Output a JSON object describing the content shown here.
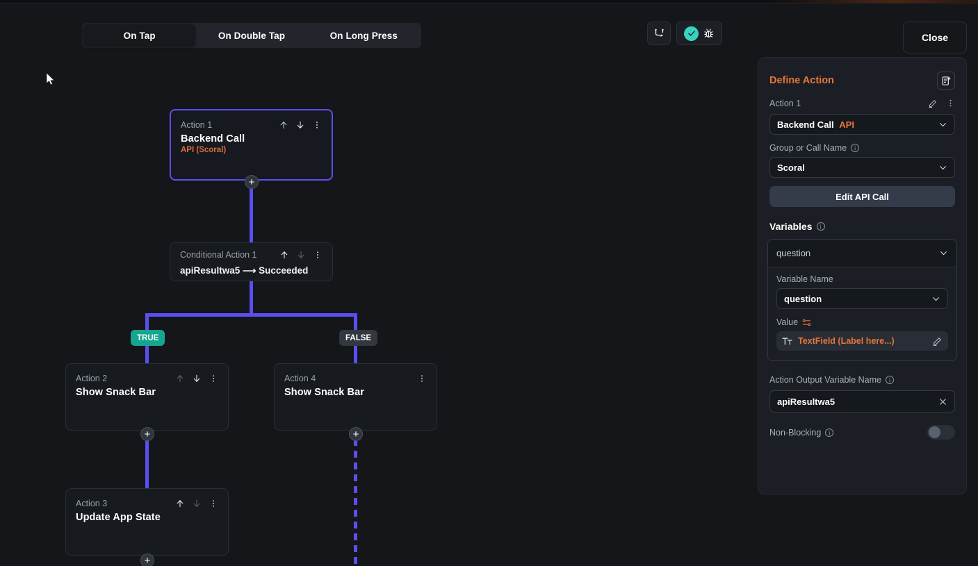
{
  "tabs": [
    {
      "label": "On Tap",
      "active": true
    },
    {
      "label": "On Double Tap",
      "active": false
    },
    {
      "label": "On Long Press",
      "active": false
    }
  ],
  "toolbar": {
    "flow_icon": "flow-branch-icon",
    "test_icon": "check-circle-icon",
    "debug_icon": "bug-icon",
    "close_label": "Close"
  },
  "flow": {
    "nodes": [
      {
        "id": "action1",
        "label": "Action 1",
        "title": "Backend Call",
        "api": "API (Scoral)",
        "selected": true,
        "up_enabled": true,
        "down_enabled": true,
        "menu": true
      },
      {
        "id": "conditional1",
        "label": "Conditional Action 1",
        "title": "apiResultwa5 ⟶ Succeeded",
        "selected": false,
        "up_enabled": true,
        "down_enabled": false,
        "menu": true
      },
      {
        "id": "action2",
        "label": "Action 2",
        "title": "Show Snack Bar",
        "selected": false,
        "up_enabled": false,
        "down_enabled": true,
        "menu": true
      },
      {
        "id": "action4",
        "label": "Action 4",
        "title": "Show Snack Bar",
        "selected": false,
        "up_enabled": false,
        "down_enabled": false,
        "menu": true
      },
      {
        "id": "action3",
        "label": "Action 3",
        "title": "Update App State",
        "selected": false,
        "up_enabled": true,
        "down_enabled": false,
        "menu": true
      }
    ],
    "branches": {
      "true_label": "TRUE",
      "false_label": "FALSE"
    },
    "add_button_label": "+",
    "connector_color": "#5b4ff0",
    "true_color": "#15a68f",
    "false_color": "#323840"
  },
  "panel": {
    "title": "Define Action",
    "note_icon": "add-note-icon",
    "action_label": "Action 1",
    "edit_icon": "pencil-icon",
    "menu_icon": "kebab-menu-icon",
    "action_type": {
      "name": "Backend Call",
      "badge": "API"
    },
    "group_label": "Group or Call Name",
    "group_value": "Scoral",
    "edit_api_label": "Edit API Call",
    "variables_label": "Variables",
    "variable_card_title": "question",
    "variable_name_label": "Variable Name",
    "variable_name_value": "question",
    "value_label": "Value",
    "value_icon": "text-format-icon",
    "value_text": "TextField (Label here...)",
    "value_edit_icon": "pencil-icon",
    "output_label": "Action Output Variable Name",
    "output_value": "apiResultwa5",
    "clear_icon": "close-x-icon",
    "non_blocking_label": "Non-Blocking",
    "non_blocking_on": false,
    "accent_color": "#e8763a"
  }
}
